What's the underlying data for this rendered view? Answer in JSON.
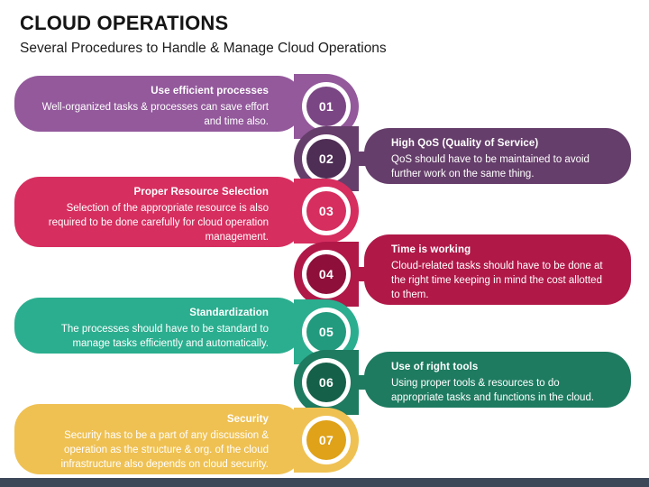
{
  "header": {
    "title": "CLOUD OPERATIONS",
    "subtitle": "Several Procedures to Handle & Manage Cloud Operations"
  },
  "colors": {
    "background": "#ffffff",
    "title": "#151515",
    "footer_bar": "#3c4858",
    "ring": "#ffffff"
  },
  "diagram": {
    "type": "vertical-zigzag-process-chain",
    "steps": [
      {
        "number": "01",
        "title": "Use efficient processes",
        "body": "Well-organized tasks & processes can save effort and time also.",
        "side": "left",
        "color": "#93599b",
        "badge_color": "#7b4684",
        "disc_color": "#93599b"
      },
      {
        "number": "02",
        "title": "High QoS (Quality of Service)",
        "body": "QoS should have to be maintained to avoid further work on the same thing.",
        "side": "right",
        "color": "#663e6b",
        "badge_color": "#4e2e55",
        "disc_color": "#663e6b"
      },
      {
        "number": "03",
        "title": "Proper Resource Selection",
        "body": "Selection of the appropriate resource is also required to be done carefully for cloud operation management.",
        "side": "left",
        "color": "#d62e5f",
        "badge_color": "#d62e5f",
        "disc_color": "#d62e5f"
      },
      {
        "number": "04",
        "title": "Time is working",
        "body": "Cloud-related tasks should have to be done at the right time keeping in mind the cost allotted to them.",
        "side": "right",
        "color": "#b01848",
        "badge_color": "#8e0f3a",
        "disc_color": "#b01848"
      },
      {
        "number": "05",
        "title": "Standardization",
        "body": "The processes should have to be standard to manage tasks efficiently and automatically.",
        "side": "left",
        "color": "#2bae8f",
        "badge_color": "#229a7e",
        "disc_color": "#2bae8f"
      },
      {
        "number": "06",
        "title": "Use of right tools",
        "body": "Using proper tools & resources to do appropriate tasks and functions in the cloud.",
        "side": "right",
        "color": "#1e7b60",
        "badge_color": "#156049",
        "disc_color": "#1e7b60"
      },
      {
        "number": "07",
        "title": "Security",
        "body": "Security has to be a part of any discussion & operation as the structure & org. of the cloud infrastructure also depends on cloud security.",
        "side": "left",
        "color": "#efc153",
        "badge_color": "#dfa218",
        "disc_color": "#efc153"
      }
    ]
  }
}
